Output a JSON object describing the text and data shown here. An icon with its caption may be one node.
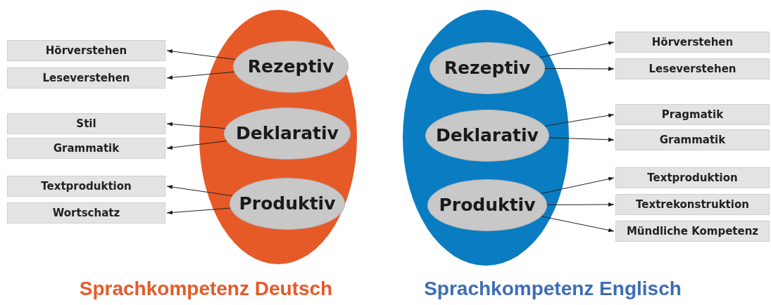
{
  "diagram": {
    "nodes": [
      {
        "text": [],
        "shape": "circle"
      },
      {
        "text": [
          "Rezeptiv"
        ],
        "in": 0
      },
      {
        "text": [
          "Deklarativ"
        ],
        "in": 0
      },
      {
        "text": [
          "Produktiv"
        ],
        "in": 0
      },
      {
        "text": [
          "Hörverstehen"
        ]
      },
      {
        "text": [
          "Leseverstehen"
        ]
      },
      {
        "text": [
          "Stil"
        ]
      },
      {
        "text": [
          "Grammatik"
        ]
      },
      {
        "text": [
          "Textproduktion"
        ]
      },
      {
        "text": [
          "Wortschatz"
        ]
      },
      {
        "text": [],
        "shape": "circle"
      },
      {
        "text": [
          "Rezeptiv"
        ],
        "in": 10
      },
      {
        "text": [
          "Deklarativ"
        ],
        "in": 10
      },
      {
        "text": [
          "Produktiv"
        ],
        "in": 10
      },
      {
        "text": [
          "Hörverstehen"
        ]
      },
      {
        "text": [
          "Leseverstehen"
        ]
      },
      {
        "text": [
          "Pragmatik"
        ]
      },
      {
        "text": [
          "Grammatik"
        ]
      },
      {
        "text": [
          "Textproduktion"
        ]
      },
      {
        "text": [
          "Textrekonstruktion"
        ]
      },
      {
        "text": [
          "Mündliche Kompetenz"
        ]
      }
    ],
    "edges": [
      {
        "from": 1,
        "to": 4,
        "arrow": "to"
      },
      {
        "from": 1,
        "to": 5,
        "arrow": "to"
      },
      {
        "from": 2,
        "to": 6,
        "arrow": "to"
      },
      {
        "from": 2,
        "to": 7,
        "arrow": "to"
      },
      {
        "from": 3,
        "to": 8,
        "arrow": "to"
      },
      {
        "from": 3,
        "to": 9,
        "arrow": "to"
      },
      {
        "from": 11,
        "to": 14,
        "arrow": "to"
      },
      {
        "from": 11,
        "to": 15,
        "arrow": "to"
      },
      {
        "from": 12,
        "to": 16,
        "arrow": "to"
      },
      {
        "from": 12,
        "to": 17,
        "arrow": "to"
      },
      {
        "from": 13,
        "to": 18,
        "arrow": "to"
      },
      {
        "from": 13,
        "to": 19,
        "arrow": "to"
      },
      {
        "from": 13,
        "to": 20,
        "arrow": "to"
      }
    ],
    "labels": [
      "Sprachkompetenz Deutsch",
      "Sprachkompetenz Englisch"
    ]
  }
}
